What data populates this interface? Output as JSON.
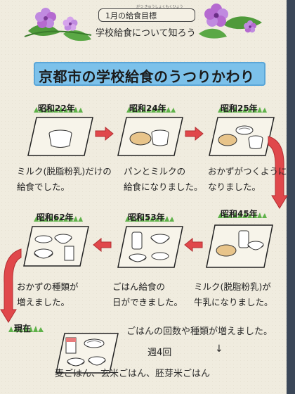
{
  "header": {
    "goal_title": "1月の給食目標",
    "goal_ruby": "がつ きゅうしょくもくひょう",
    "subtitle": "学校給食について知ろう"
  },
  "banner": {
    "title": "京都市の学校給食のうつりかわり"
  },
  "eras": [
    {
      "label": "昭和22年",
      "caption_line1": "ミルク(脱脂粉乳)だけの",
      "caption_line2": "給食でした。"
    },
    {
      "label": "昭和24年",
      "caption_line1": "パンとミルクの",
      "caption_line2": "給食になりました。"
    },
    {
      "label": "昭和25年",
      "caption_line1": "おかずがつくように",
      "caption_line2": "なりました。"
    },
    {
      "label": "昭和45年",
      "caption_line1": "ミルク(脱脂粉乳)が",
      "caption_line2": "牛乳になりました。"
    },
    {
      "label": "昭和53年",
      "caption_line1": "ごはん給食の",
      "caption_line2": "日ができました。"
    },
    {
      "label": "昭和62年",
      "caption_line1": "おかずの種類が",
      "caption_line2": "増えました。"
    },
    {
      "label": "現在"
    }
  ],
  "footer": {
    "line1": "ごはんの回数や種類が増えました。",
    "line2": "週4回",
    "line3": "麦ごはん、玄米ごはん、胚芽米ごはん"
  },
  "colors": {
    "banner": "#7cc1ea",
    "arrow": "#e0484b",
    "grass": "#5fb24a",
    "flower": "#b56ad0",
    "leaf": "#4f9a3a"
  }
}
